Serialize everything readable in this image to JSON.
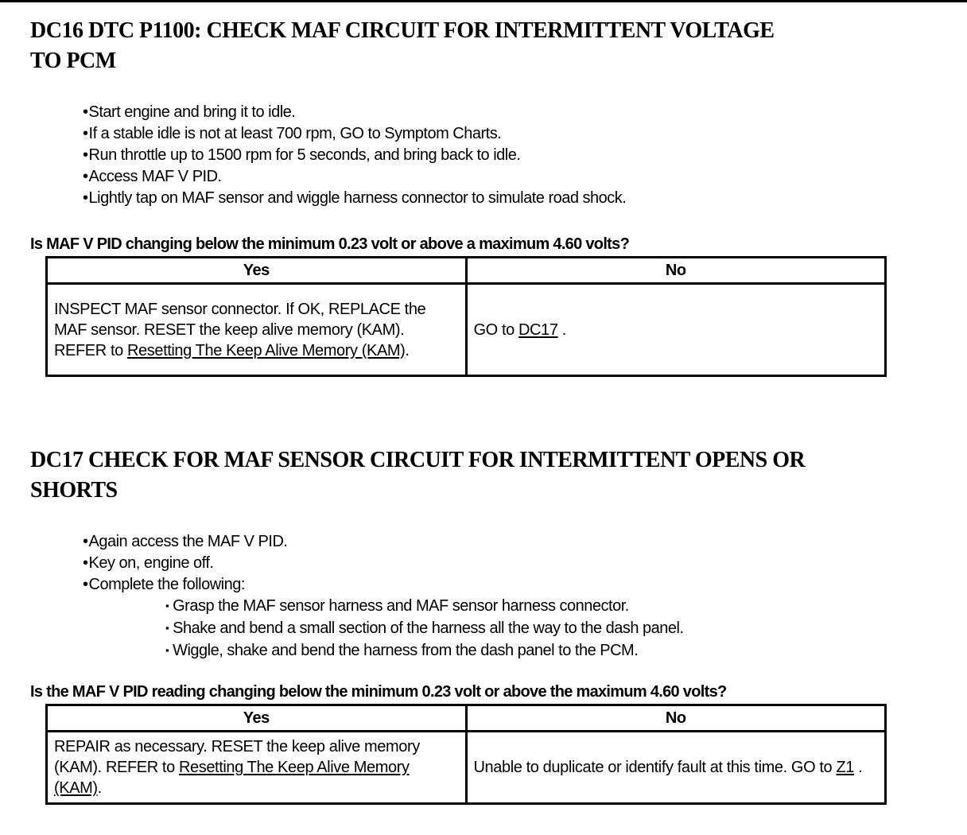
{
  "colors": {
    "text": "#000000",
    "background": "#ffffff"
  },
  "sections": [
    {
      "id": "DC16",
      "heading_lines": [
        "DC16 DTC P1100: CHECK MAF CIRCUIT FOR INTERMITTENT VOLTAGE",
        "TO PCM"
      ],
      "bullets": [
        "Start engine and bring it to idle.",
        "If a stable idle is not at least 700 rpm, GO to Symptom Charts.",
        "Run throttle up to 1500 rpm for 5 seconds, and bring back to idle.",
        "Access MAF V PID.",
        "Lightly tap on MAF sensor and wiggle harness connector to simulate road shock."
      ],
      "question": "Is MAF V PID changing below the minimum 0.23 volt or above a maximum 4.60 volts?",
      "table": {
        "headers": [
          "Yes",
          "No"
        ],
        "yes": {
          "text": "INSPECT MAF sensor connector. If OK, REPLACE the MAF sensor. RESET the keep alive memory (KAM). REFER to ",
          "link": "Resetting The Keep Alive Memory (KAM)",
          "suffix": "."
        },
        "no": {
          "text": "GO to ",
          "link": "DC17",
          "suffix": " ."
        }
      }
    },
    {
      "id": "DC17",
      "heading_lines": [
        "DC17 CHECK FOR MAF SENSOR CIRCUIT FOR INTERMITTENT OPENS OR",
        "SHORTS"
      ],
      "bullets": [
        "Again access the MAF V PID.",
        "Key on, engine off.",
        "Complete the following:"
      ],
      "sub_bullets": [
        "Grasp the MAF sensor harness and MAF sensor harness connector.",
        "Shake and bend a small section of the harness all the way to the dash panel.",
        "Wiggle, shake and bend the harness from the dash panel to the PCM."
      ],
      "question": "Is the MAF V PID reading changing below the minimum 0.23 volt or above the maximum 4.60 volts?",
      "table": {
        "headers": [
          "Yes",
          "No"
        ],
        "yes": {
          "text": "REPAIR as necessary. RESET the keep alive memory (KAM). REFER to ",
          "link": "Resetting The Keep Alive Memory (KAM)",
          "suffix": "."
        },
        "no": {
          "text": "Unable to duplicate or identify fault at this time. GO to ",
          "link": "Z1",
          "suffix": " ."
        }
      }
    }
  ],
  "markers": {
    "bullet": "•",
    "square": "▪"
  }
}
